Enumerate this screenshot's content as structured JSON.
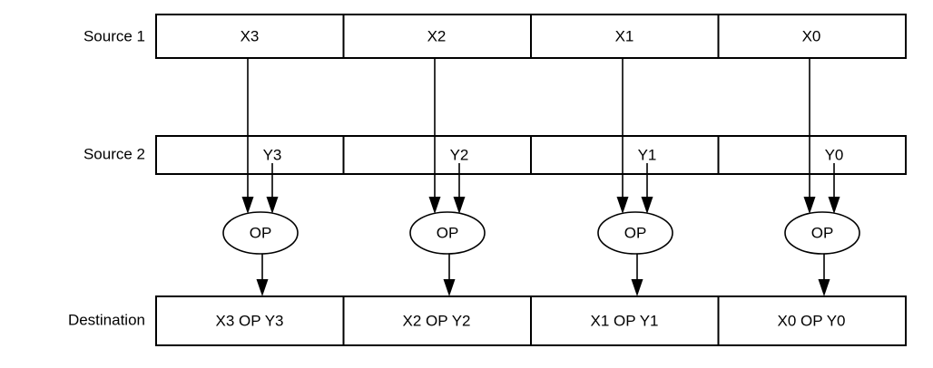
{
  "diagram": {
    "title": "SIMD packed operation diagram",
    "type": "simd-lane-dataflow",
    "lane_count": 4,
    "colors": {
      "stroke": "#000000",
      "background": "#ffffff",
      "text": "#000000"
    },
    "rows": [
      {
        "label": "Source 1",
        "name": "source-1",
        "cells": [
          "X3",
          "X2",
          "X1",
          "X0"
        ]
      },
      {
        "label": "Source 2",
        "name": "source-2",
        "cells": [
          "Y3",
          "Y2",
          "Y1",
          "Y0"
        ]
      },
      {
        "label": "Destination",
        "name": "destination",
        "cells": [
          "X3 OP Y3",
          "X2 OP Y2",
          "X1 OP Y1",
          "X0 OP Y0"
        ]
      }
    ],
    "operators": [
      {
        "label": "OP",
        "lane": 0
      },
      {
        "label": "OP",
        "lane": 1
      },
      {
        "label": "OP",
        "lane": 2
      },
      {
        "label": "OP",
        "lane": 3
      }
    ]
  }
}
